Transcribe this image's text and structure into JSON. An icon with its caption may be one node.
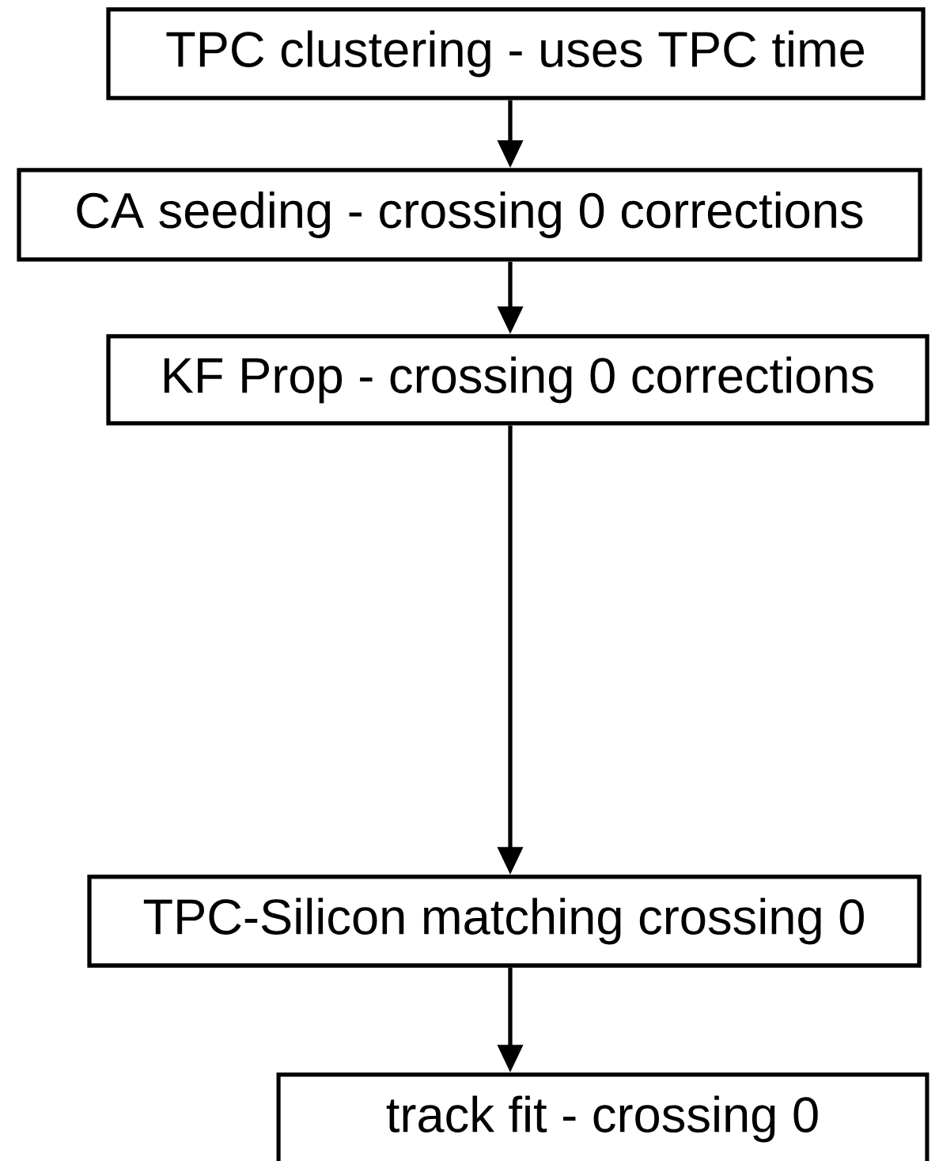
{
  "diagram": {
    "nodes": [
      {
        "text": [
          "TPC clustering - uses TPC time"
        ]
      },
      {
        "text": [
          "CA seeding - crossing 0 corrections"
        ]
      },
      {
        "text": [
          "KF Prop - crossing 0 corrections"
        ]
      },
      {
        "text": [
          "TPC-Silicon matching crossing 0"
        ]
      },
      {
        "text": [
          "track fit - crossing 0"
        ]
      }
    ],
    "edges": [
      {
        "from": 0,
        "to": 1,
        "arrow": "to"
      },
      {
        "from": 1,
        "to": 2,
        "arrow": "to"
      },
      {
        "from": 2,
        "to": 3,
        "arrow": "to"
      },
      {
        "from": 3,
        "to": 4,
        "arrow": "to"
      }
    ]
  }
}
